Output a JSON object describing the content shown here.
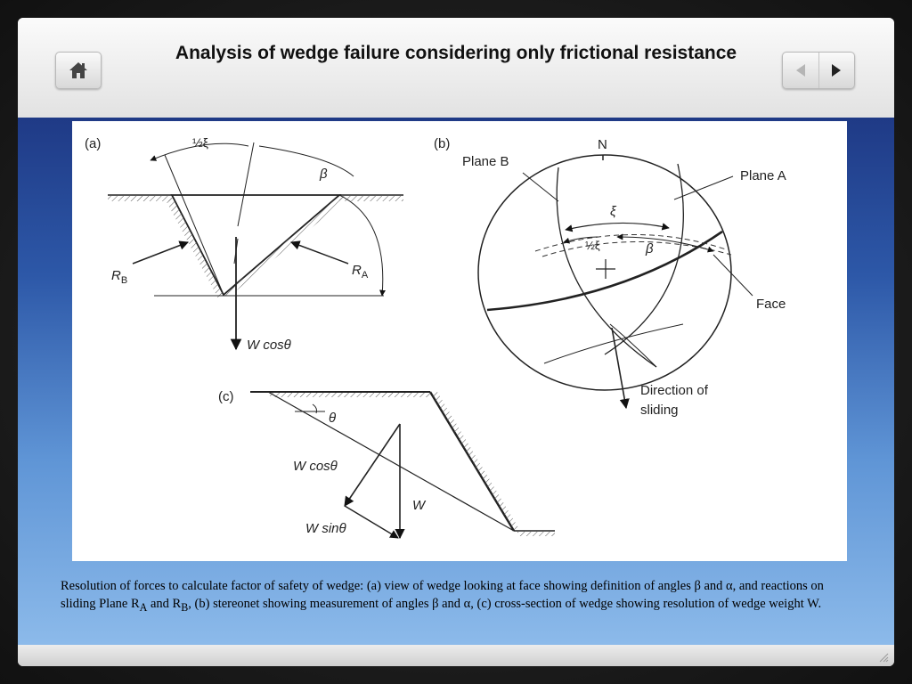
{
  "header": {
    "title": "Analysis of wedge failure considering only frictional resistance"
  },
  "icons": {
    "home": "home-icon",
    "prev": "arrow-left-icon",
    "next": "arrow-right-icon",
    "grip": "resize-grip-icon"
  },
  "figure": {
    "panel_a": {
      "label": "(a)",
      "half_xi": "½ξ",
      "beta": "β",
      "rb": "R",
      "rb_sub": "B",
      "ra": "R",
      "ra_sub": "A",
      "w_cos": "W cos",
      "theta": "θ"
    },
    "panel_b": {
      "label": "(b)",
      "north": "N",
      "plane_b": "Plane B",
      "plane_a": "Plane A",
      "xi": "ξ",
      "half_xi": "½ξ",
      "beta": "β",
      "face": "Face",
      "sliding_1": "Direction of",
      "sliding_2": "sliding"
    },
    "panel_c": {
      "label": "(c)",
      "theta": "θ",
      "w_cos": "W cos",
      "w_cos_theta": "θ",
      "w": "W",
      "w_sin": "W sin",
      "w_sin_theta": "θ"
    }
  },
  "caption": {
    "part1": "Resolution of forces to calculate factor of safety of wedge: (a) view of wedge looking at face showing definition of angles β and α, and reactions on sliding Plane R",
    "sub_a": "A",
    "and": " and R",
    "sub_b": "B",
    "part2": ", (b) stereonet showing measurement of angles β and α, (c) cross-section of wedge showing resolution of wedge weight W."
  },
  "colors": {
    "accent_blue": "#2d58a8",
    "title": "#111111"
  }
}
